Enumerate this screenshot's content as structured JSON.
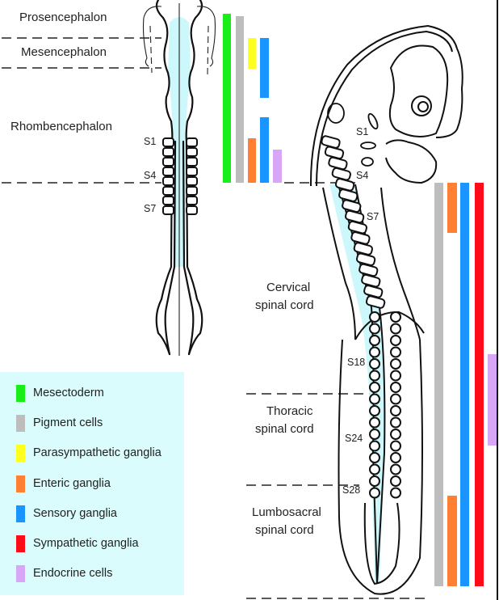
{
  "regions": {
    "prosencephalon": "Prosencephalon",
    "mesencephalon": "Mesencephalon",
    "rhombencephalon": "Rhombencephalon",
    "cervical": [
      "Cervical",
      "spinal cord"
    ],
    "thoracic": [
      "Thoracic",
      "spinal cord"
    ],
    "lumbosacral": [
      "Lumbosacral",
      "spinal cord"
    ]
  },
  "somite_labels": {
    "left": [
      "S1",
      "S4",
      "S7"
    ],
    "right": [
      "S1",
      "S4",
      "S7",
      "S18",
      "S24",
      "S28"
    ]
  },
  "legend": [
    {
      "label": "Mesectoderm",
      "color": "#19ee19"
    },
    {
      "label": "Pigment cells",
      "color": "#bdbdbd"
    },
    {
      "label": "Parasympathetic ganglia",
      "color": "#ffff1f"
    },
    {
      "label": "Enteric ganglia",
      "color": "#ff8033"
    },
    {
      "label": "Sensory ganglia",
      "color": "#1a94ff"
    },
    {
      "label": "Sympathetic ganglia",
      "color": "#ff0a19"
    },
    {
      "label": "Endocrine cells",
      "color": "#d7a6f7"
    }
  ],
  "colors": {
    "neural_tube": "#ccf7fb",
    "legend_bg": "#dafcfc"
  },
  "cranial_bars": [
    {
      "type": "Mesectoderm",
      "from": "Prosencephalon top",
      "to": "S4"
    },
    {
      "type": "Pigment cells",
      "from": "Prosencephalon top",
      "to": "S4"
    },
    {
      "type": "Parasympathetic ganglia",
      "from": "Mesencephalon",
      "to": "Mesencephalon"
    },
    {
      "type": "Sensory ganglia",
      "from": "Mesencephalon",
      "to": "Rhombencephalon upper"
    },
    {
      "type": "Sensory ganglia",
      "from": "Rhombencephalon",
      "to": "S4"
    },
    {
      "type": "Enteric ganglia",
      "from": "S1",
      "to": "S4"
    },
    {
      "type": "Endocrine cells",
      "from": "S1-S4",
      "to": "S4"
    }
  ],
  "trunk_bars": [
    {
      "type": "Pigment cells",
      "from": "S4",
      "to": "Lumbosacral end"
    },
    {
      "type": "Enteric ganglia",
      "from": "S4",
      "to": "S7"
    },
    {
      "type": "Enteric ganglia",
      "from": "S28",
      "to": "Lumbosacral end"
    },
    {
      "type": "Sensory ganglia",
      "from": "S4",
      "to": "Lumbosacral end"
    },
    {
      "type": "Sympathetic ganglia",
      "from": "S4",
      "to": "Lumbosacral end"
    },
    {
      "type": "Endocrine cells",
      "from": "Thoracic",
      "to": "Thoracic"
    }
  ]
}
